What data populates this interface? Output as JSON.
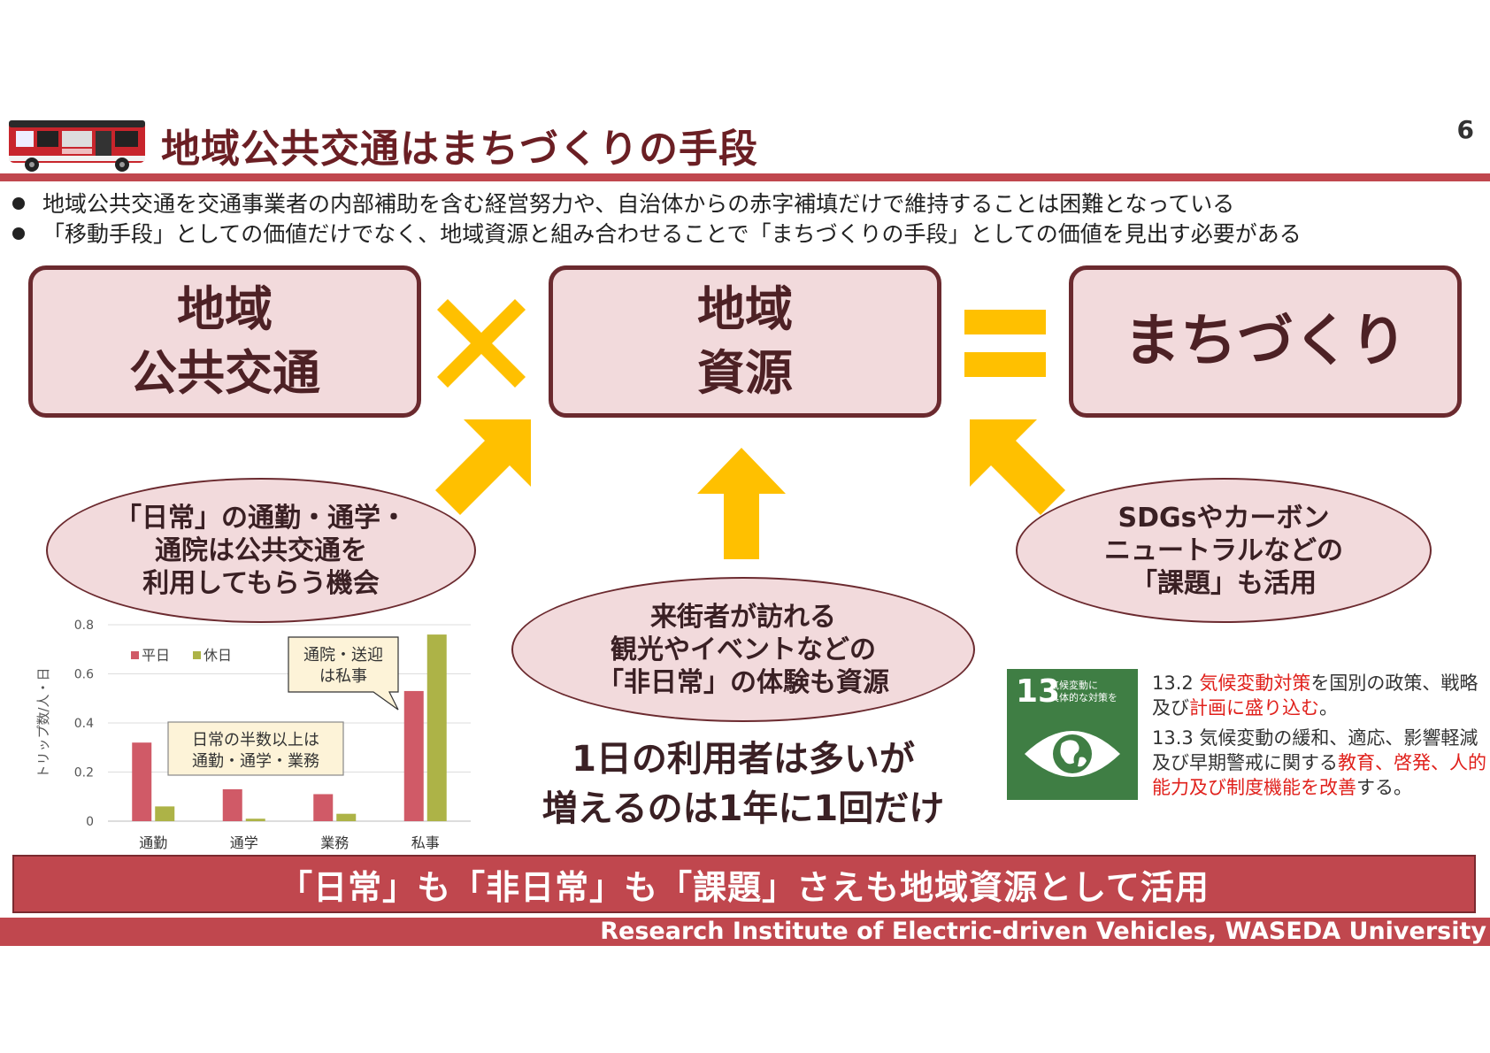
{
  "page": {
    "title": "地域公共交通はまちづくりの手段",
    "page_number": "6"
  },
  "bullets": [
    "地域公共交通を交通事業者の内部補助を含む経営努力や、自治体からの赤字補填だけで維持することは困難となっている",
    "「移動手段」としての価値だけでなく、地域資源と組み合わせることで「まちづくりの手段」としての価値を見出す必要がある"
  ],
  "equation": {
    "box1": "地域\n公共交通",
    "box2": "地域\n資源",
    "box3": "まちづくり",
    "operator_times": "×",
    "operator_equals": "="
  },
  "ellipses": {
    "left": "「日常」の通勤・通学・\n通院は公共交通を\n利用してもらう機会",
    "center": "来街者が訪れる\n観光やイベントなどの\n「非日常」の体験も資源",
    "right": "SDGsやカーボン\nニュートラルなどの\n「課題」も活用"
  },
  "center_note": "1日の利用者は多いが\n増えるのは1年に1回だけ",
  "sdg": {
    "number": "13",
    "label_line1": "気候変動に",
    "label_line2": "具体的な対策を",
    "t1_prefix": "13.2 ",
    "t1_red1": "気候変動対策",
    "t1_mid": "を国別の政策、戦略及び",
    "t1_red2": "計画に盛り込む",
    "t1_end": "。",
    "t2_prefix": "13.3 気候変動の緩和、適応、影響軽減及び早期警戒に関する",
    "t2_red": "教育、啓発、人的能力及び制度機能を改善",
    "t2_end": "する。"
  },
  "banner": "「日常」も「非日常」も「課題」さえも地域資源として活用",
  "footer": "Research Institute of Electric-driven Vehicles, WASEDA University",
  "colors": {
    "accent": "#c0474e",
    "dark": "#6b2a2f",
    "box_fill": "#f2dadc",
    "arrow": "#ffc000",
    "weekday": "#d05a67",
    "holiday": "#adb347",
    "sdg_green": "#3f7e44"
  },
  "chart_data": {
    "type": "bar",
    "categories": [
      "通勤",
      "通学",
      "業務",
      "私事"
    ],
    "series": [
      {
        "name": "平日",
        "values": [
          0.32,
          0.13,
          0.11,
          0.53
        ]
      },
      {
        "name": "休日",
        "values": [
          0.06,
          0.01,
          0.03,
          0.76
        ]
      }
    ],
    "ylabel": "トリップ数/人・日",
    "ylim": [
      0,
      0.8
    ],
    "yticks": [
      "0",
      "0.2",
      "0.4",
      "0.6",
      "0.8"
    ],
    "legend_position": "top-left",
    "grid": true,
    "annotations": [
      "通院・送迎\nは私事",
      "日常の半数以上は\n通勤・通学・業務"
    ]
  }
}
